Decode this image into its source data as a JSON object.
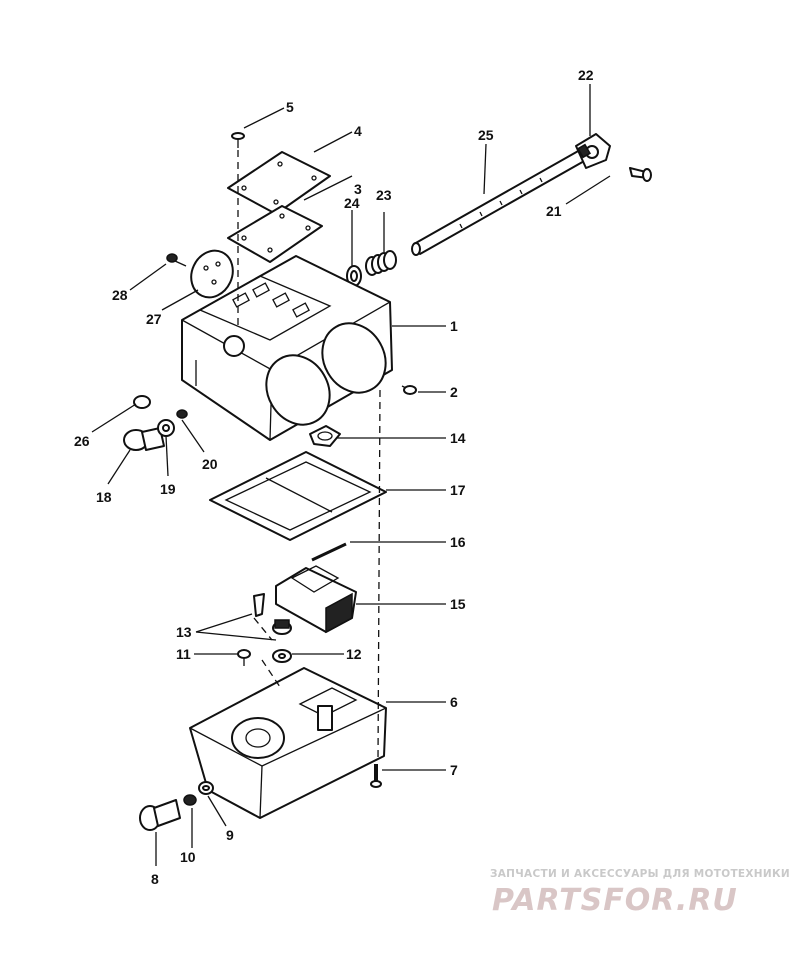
{
  "diagram": {
    "callouts": [
      "1",
      "2",
      "3",
      "4",
      "5",
      "6",
      "7",
      "8",
      "9",
      "10",
      "11",
      "12",
      "13",
      "14",
      "15",
      "16",
      "17",
      "18",
      "19",
      "20",
      "21",
      "22",
      "23",
      "24",
      "25",
      "26",
      "27",
      "28"
    ]
  },
  "watermark": {
    "tagline": "ЗАПЧАСТИ И АКСЕССУАРЫ ДЛЯ МОТОТЕХНИКИ",
    "brand": "PARTSFOR.RU",
    "color_main": "#d9c6c6",
    "color_tagline": "#c9c9c9"
  }
}
